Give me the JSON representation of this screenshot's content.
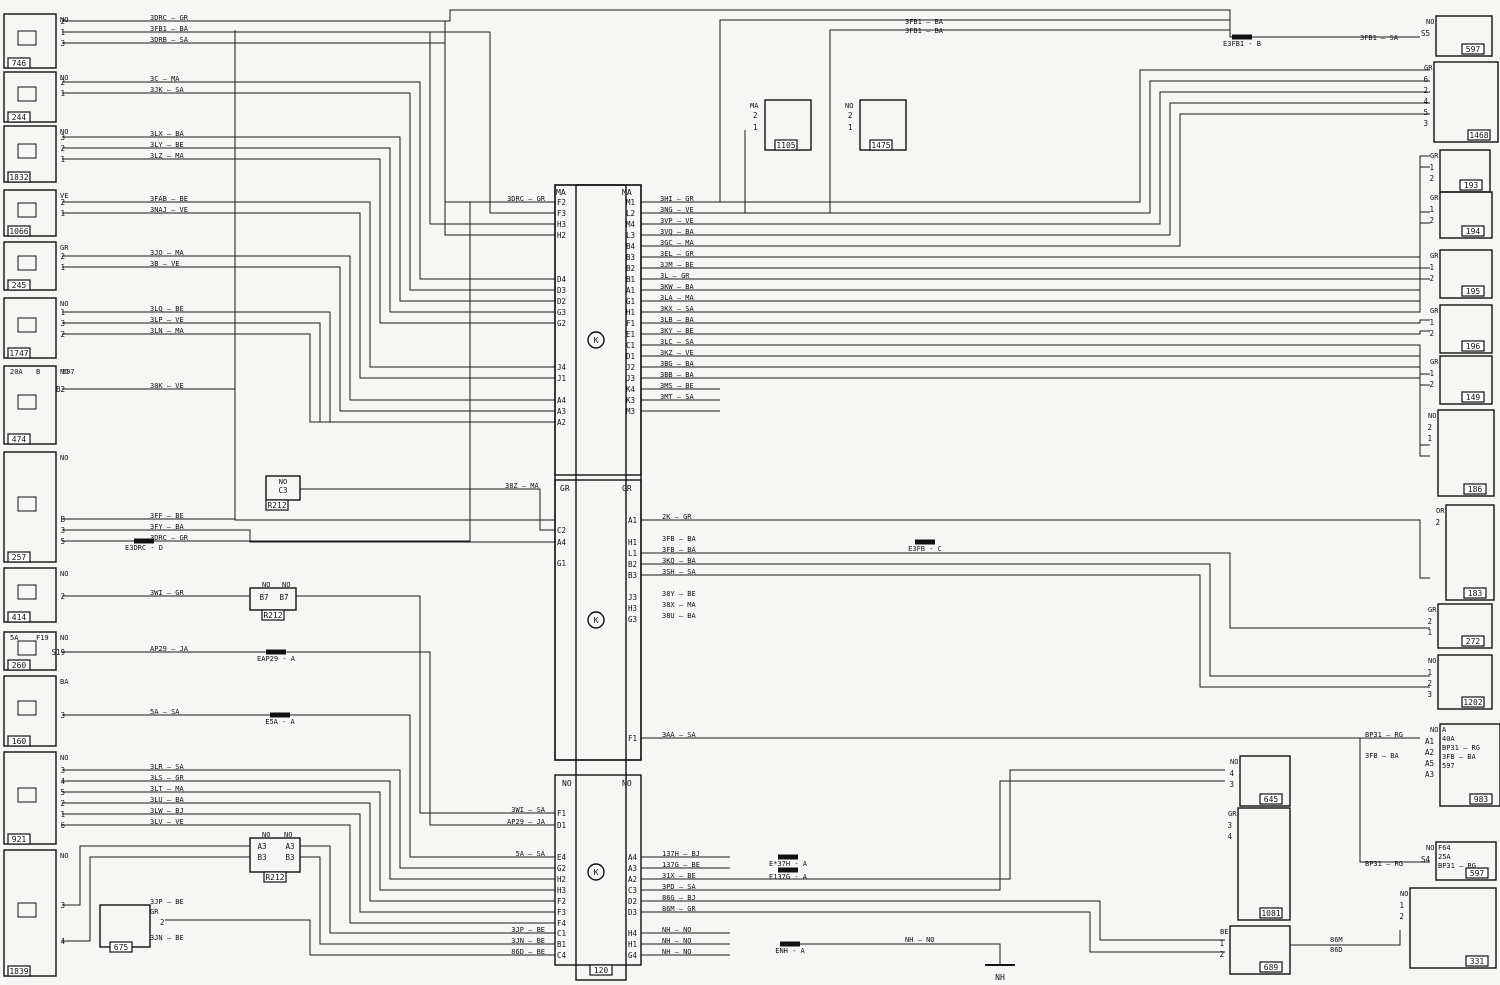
{
  "left_components": [
    {
      "id": "746",
      "color": "NO",
      "pins": [
        "2",
        "1",
        "3"
      ],
      "wires": [
        "3DRC — GR",
        "3FB1 — BA",
        "3DRB — SA"
      ]
    },
    {
      "id": "244",
      "color": "NO",
      "pins": [
        "2",
        "1"
      ],
      "wires": [
        "3C — MA",
        "3JK — SA"
      ]
    },
    {
      "id": "1832",
      "color": "NO",
      "pins": [
        "3",
        "2",
        "1"
      ],
      "wires": [
        "3LX — BA",
        "3LY — BE",
        "3LZ — MA"
      ]
    },
    {
      "id": "1066",
      "color": "VE",
      "pins": [
        "2",
        "1"
      ],
      "wires": [
        "3FAB — BE",
        "3NAJ — VE"
      ]
    },
    {
      "id": "245",
      "color": "GR",
      "pins": [
        "2",
        "1"
      ],
      "wires": [
        "3JO — MA",
        "3B — VE"
      ]
    },
    {
      "id": "1747",
      "color": "NO",
      "pins": [
        "1",
        "3",
        "2"
      ],
      "wires": [
        "3LQ — BE",
        "3LP — VE",
        "3LN — MA"
      ]
    },
    {
      "id": "474",
      "color": "NO",
      "pins": [
        "B2"
      ],
      "wires": [
        "38K — VE"
      ],
      "extra": [
        "20A",
        "B",
        "597"
      ]
    },
    {
      "id": "257",
      "color": "NO",
      "pins": [
        "B",
        "3",
        "5"
      ],
      "wires": [
        "3FF — BE",
        "3FY — BA",
        "3DRC — GR"
      ]
    },
    {
      "id": "414",
      "color": "NO",
      "pins": [
        "2"
      ],
      "wires": [
        "3WI — GR"
      ]
    },
    {
      "id": "260",
      "color": "NO",
      "pins": [
        "S19"
      ],
      "wires": [
        "AP29 — JA"
      ],
      "extra": [
        "5A",
        "F19"
      ]
    },
    {
      "id": "160",
      "color": "BA",
      "pins": [
        "3"
      ],
      "wires": [
        "5A — SA"
      ]
    },
    {
      "id": "921",
      "color": "NO",
      "pins": [
        "3",
        "4",
        "5",
        "2",
        "1",
        "6"
      ],
      "wires": [
        "3LR — SA",
        "3LS — GR",
        "3LT — MA",
        "3LU — BA",
        "3LW — BJ",
        "3LV — VE"
      ]
    },
    {
      "id": "1839",
      "color": "NO",
      "pins": [
        "3",
        "4"
      ],
      "wires": [
        "3JP — BE",
        "3JN — BE"
      ]
    }
  ],
  "splices": {
    "e3drc": "E3DRC - D",
    "eap29": "EAP29 - A",
    "e5a": "E5A - A",
    "e3fb": "E3FB - C",
    "e3fb1": "E3FB1 - B",
    "enh": "ENH - A",
    "e137h": "E*37H - A",
    "e137g": "E137G - A"
  },
  "r212": {
    "a": {
      "id": "R212",
      "c1": "NO",
      "p1": "C3",
      "w": "38Z — MA"
    },
    "b": {
      "id": "R212",
      "c1": "NO",
      "c2": "NO",
      "p1": "B7",
      "p2": "B7"
    },
    "c": {
      "id": "R212",
      "c1": "NO",
      "c2": "NO",
      "p1": "A3",
      "p2": "A3",
      "p3": "B3",
      "p4": "B3"
    }
  },
  "comp675": {
    "id": "675",
    "color": "GR",
    "pin": "2"
  },
  "ecu": {
    "id": "120",
    "conn": [
      "MA",
      "MA",
      "GR",
      "GR",
      "NO",
      "NO"
    ],
    "in1": [
      [
        "F2",
        "3DRC — GR"
      ],
      [
        "F3",
        ""
      ],
      [
        "H3",
        ""
      ],
      [
        "H2",
        ""
      ],
      [
        "D4",
        ""
      ],
      [
        "D3",
        ""
      ],
      [
        "D2",
        ""
      ],
      [
        "G3",
        ""
      ],
      [
        "G2",
        ""
      ],
      [
        "J4",
        ""
      ],
      [
        "J1",
        ""
      ],
      [
        "A4",
        ""
      ],
      [
        "A3",
        ""
      ],
      [
        "A2",
        ""
      ]
    ],
    "out1": [
      [
        "M1",
        "3HI — GR"
      ],
      [
        "L2",
        "3NG — VE"
      ],
      [
        "M4",
        "3VP — VE"
      ],
      [
        "L3",
        "3VQ — BA"
      ],
      [
        "B4",
        "3GC — MA"
      ],
      [
        "B3",
        "3EL — GR"
      ],
      [
        "B2",
        "3JM — BE"
      ],
      [
        "B1",
        "3L — GR"
      ],
      [
        "A1",
        "3KW — BA"
      ],
      [
        "G1",
        "3LA — MA"
      ],
      [
        "H1",
        "3KX — SA"
      ],
      [
        "F1",
        "3LB — BA"
      ],
      [
        "E1",
        "3KY — BE"
      ],
      [
        "C1",
        "3LC — SA"
      ],
      [
        "D1",
        "3KZ — VE"
      ],
      [
        "J2",
        "3BG — BA"
      ],
      [
        "J3",
        "3BB — BA"
      ],
      [
        "K4",
        "3MS — BE"
      ],
      [
        "K3",
        "3MT — SA"
      ],
      [
        "M3",
        ""
      ]
    ],
    "in2": [
      [
        "C2",
        ""
      ],
      [
        "A4",
        ""
      ],
      [
        "G1",
        ""
      ]
    ],
    "out2": [
      [
        "A1",
        "2K — GR"
      ],
      [
        "H1",
        "3FB — BA"
      ],
      [
        "L1",
        "3FB — BA"
      ],
      [
        "B2",
        "3KQ — BA"
      ],
      [
        "B3",
        "3SH — SA"
      ],
      [
        "J3",
        "38Y — BE"
      ],
      [
        "H3",
        "38X — MA"
      ],
      [
        "G3",
        "38U — BA"
      ],
      [
        "F1",
        "3AA — SA"
      ]
    ],
    "in3": [
      [
        "F1",
        "3WI — SA"
      ],
      [
        "D1",
        "AP29 — JA"
      ],
      [
        "E4",
        "5A — SA"
      ],
      [
        "G2",
        ""
      ],
      [
        "H2",
        ""
      ],
      [
        "H3",
        ""
      ],
      [
        "F2",
        ""
      ],
      [
        "F3",
        ""
      ],
      [
        "F4",
        ""
      ],
      [
        "C1",
        "3JP — BE"
      ],
      [
        "B1",
        "3JN — BE"
      ],
      [
        "C4",
        "86D — BE"
      ]
    ],
    "out3": [
      [
        "A4",
        "137H — BJ"
      ],
      [
        "A3",
        "137G — BE"
      ],
      [
        "A2",
        "31X — BE"
      ],
      [
        "C3",
        "3PD — SA"
      ],
      [
        "D2",
        "86G — BJ"
      ],
      [
        "D3",
        "86M — GR"
      ],
      [
        "H4",
        "NH — NO"
      ],
      [
        "H1",
        "NH — NO"
      ],
      [
        "G4",
        "NH — NO"
      ]
    ]
  },
  "top": {
    "r1": "3FB1 — BA",
    "r2": "3FB1 — BA",
    "far": "3FB1 — SA"
  },
  "relays": [
    {
      "id": "1105",
      "color": "MA",
      "pins": [
        "2",
        "1"
      ]
    },
    {
      "id": "1475",
      "color": "NO",
      "pins": [
        "2",
        "1"
      ]
    }
  ],
  "right_components": [
    {
      "id": "597",
      "color": "NO",
      "pins": [
        "S5"
      ]
    },
    {
      "id": "1468",
      "color": "GR",
      "pins": [
        "6",
        "2",
        "4",
        "5",
        "3"
      ]
    },
    {
      "id": "193",
      "color": "GR",
      "pins": [
        "1",
        "2"
      ]
    },
    {
      "id": "194",
      "color": "GR",
      "pins": [
        "1",
        "2"
      ]
    },
    {
      "id": "195",
      "color": "GR",
      "pins": [
        "1",
        "2"
      ]
    },
    {
      "id": "196",
      "color": "GR",
      "pins": [
        "1",
        "2"
      ]
    },
    {
      "id": "149",
      "color": "GR",
      "pins": [
        "1",
        "2"
      ]
    },
    {
      "id": "186",
      "color": "NO",
      "pins": [
        "2",
        "1"
      ]
    },
    {
      "id": "183",
      "color": "OR",
      "pins": [
        "2"
      ]
    },
    {
      "id": "272",
      "color": "GR",
      "pins": [
        "2",
        "1"
      ]
    },
    {
      "id": "1202",
      "color": "NO",
      "pins": [
        "1",
        "2",
        "3"
      ]
    },
    {
      "id": "983",
      "color": "NO",
      "pins": [
        "A1",
        "A2",
        "A5",
        "A3"
      ],
      "extra": [
        "A",
        "40A",
        "BP31 — RG",
        "3FB — BA",
        "597"
      ]
    },
    {
      "id": "645",
      "color": "NO",
      "pins": [
        "4",
        "3"
      ]
    },
    {
      "id": "1081",
      "color": "GR",
      "pins": [
        "3",
        "4"
      ]
    },
    {
      "id": "597b",
      "label": "597",
      "color": "NO",
      "pins": [
        "S4"
      ],
      "extra": [
        "F64",
        "25A",
        "BP31 — RG"
      ]
    },
    {
      "id": "689",
      "color": "BE",
      "pins": [
        "1",
        "2"
      ],
      "color2": "NO"
    },
    {
      "id": "331",
      "color": "NO",
      "pins": [
        "1",
        "2"
      ]
    }
  ],
  "ground": {
    "label": "NH",
    "wire": "NH — NO"
  },
  "misc": {
    "w689a": "86M",
    "w689b": "86D"
  }
}
